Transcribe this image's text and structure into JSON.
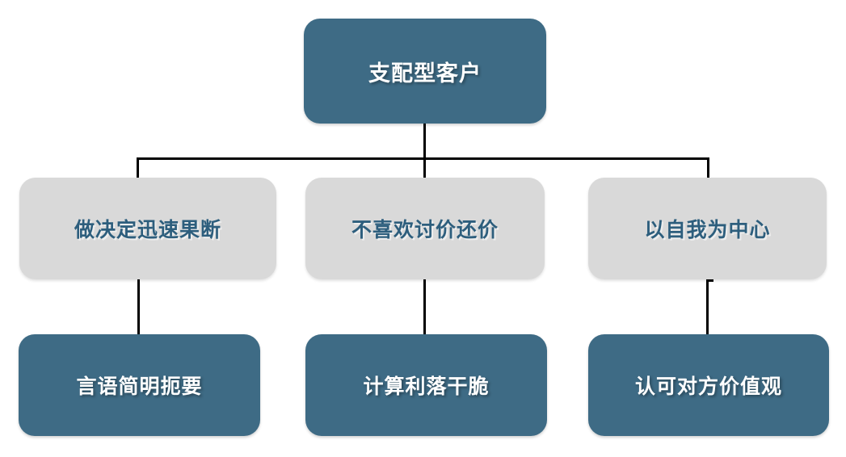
{
  "diagram": {
    "root": {
      "label": "支配型客户"
    },
    "columns": [
      {
        "trait": "做决定迅速果断",
        "response": "言语简明扼要"
      },
      {
        "trait": "不喜欢讨价还价",
        "response": "计算利落干脆"
      },
      {
        "trait": "以自我为中心",
        "response": "认可对方价值观"
      }
    ],
    "colors": {
      "node_dark": "#3E6B85",
      "node_light": "#D9D9D9",
      "text_on_dark": "#FFFFFF",
      "text_on_light": "#2D5E7D",
      "connector": "#000000",
      "background": "#FFFFFF"
    }
  }
}
